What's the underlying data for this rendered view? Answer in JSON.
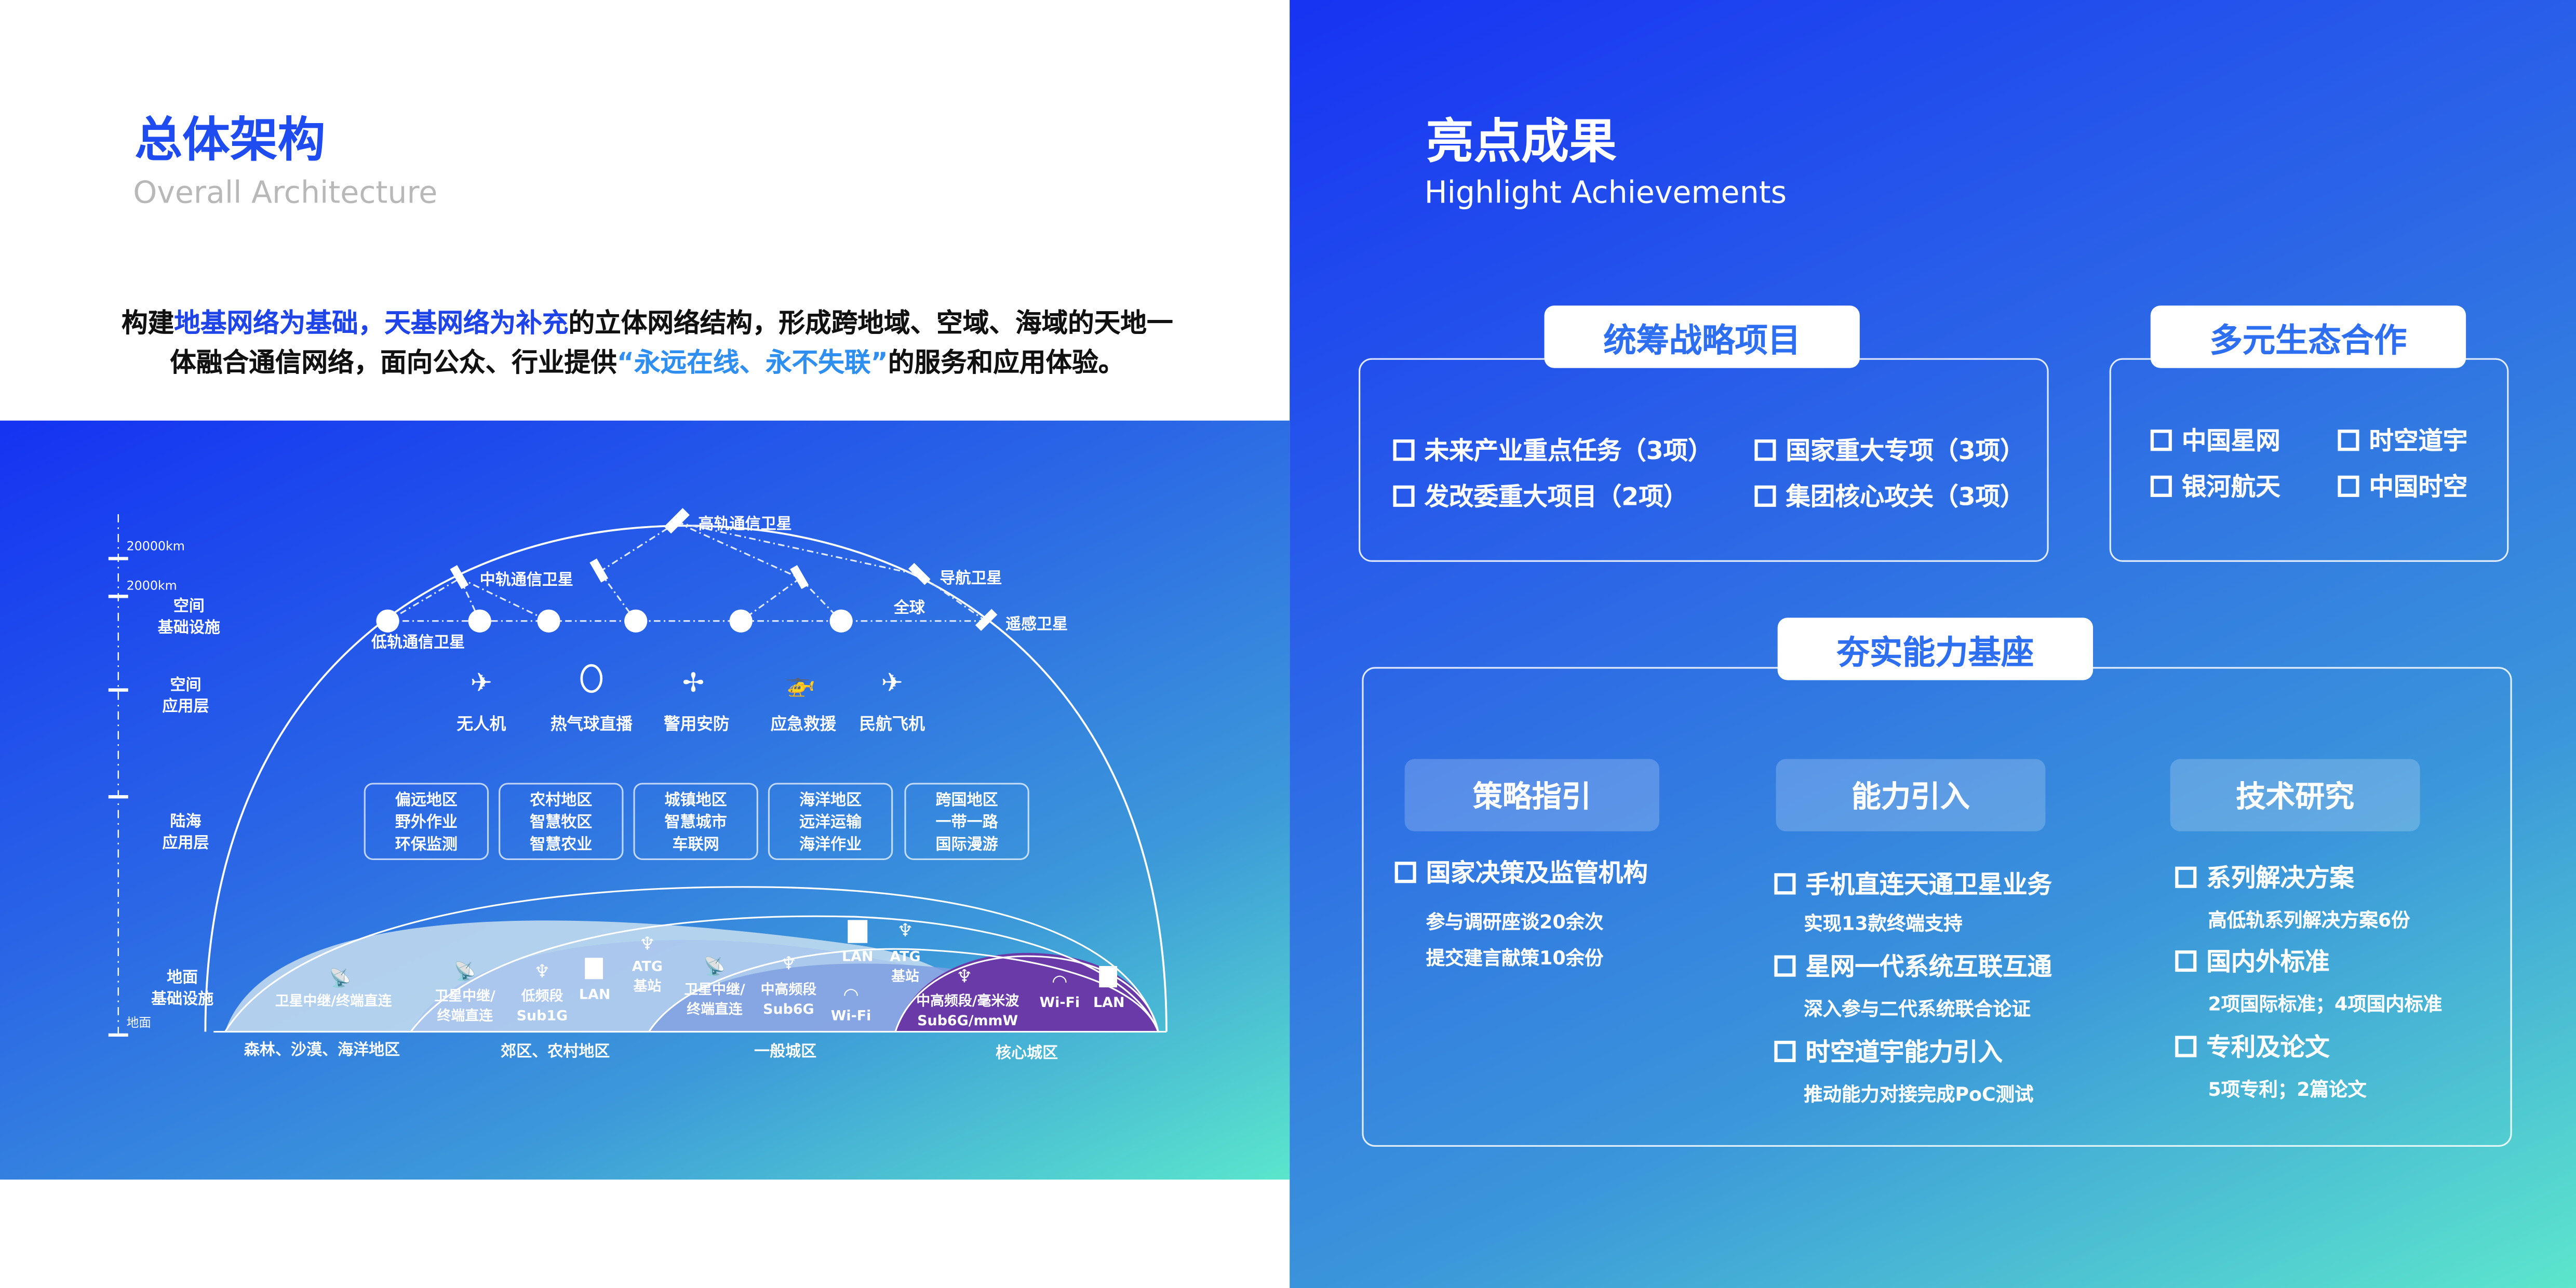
{
  "left": {
    "title": "总体架构",
    "subtitle": "Overall Architecture",
    "intro": {
      "p1_a": "构建",
      "p1_b": "地基网络为基础，天基网络为补充",
      "p1_c": "的立体网络结构，形成跨地域、空域、海域的天地一",
      "p2_a": "体融合通信网络，面向公众、行业提供",
      "p2_b": "“永远在线、永不失联”",
      "p2_c": "的服务和应用体验。"
    },
    "diagram": {
      "scale": [
        "20000km",
        "2000km",
        "地面"
      ],
      "layers": [
        "空间",
        "基础设施",
        "空间",
        "应用层",
        "陆海",
        "应用层",
        "地面",
        "基础设施"
      ],
      "satellites": {
        "geo": "高轨通信卫星",
        "meo": "中轨通信卫星",
        "nav": "导航卫星",
        "global": "全球",
        "rs": "遥感卫星",
        "leo": "低轨通信卫星"
      },
      "air_apps": [
        "无人机",
        "热气球直播",
        "警用安防",
        "应急救援",
        "民航飞机"
      ],
      "regions": [
        [
          "偏远地区",
          "野外作业",
          "环保监测"
        ],
        [
          "农村地区",
          "智慧牧区",
          "智慧农业"
        ],
        [
          "城镇地区",
          "智慧城市",
          "车联网"
        ],
        [
          "海洋地区",
          "远洋运输",
          "海洋作业"
        ],
        [
          "跨国地区",
          "一带一路",
          "国际漫游"
        ]
      ],
      "ground": {
        "z1": "卫星中继/终端直连",
        "z2_sat": [
          "卫星中继/",
          "终端直连"
        ],
        "z2_low": [
          "低频段",
          "Sub1G"
        ],
        "z2_lan": "LAN",
        "z2_atg": [
          "ATG",
          "基站"
        ],
        "z3_sat": [
          "卫星中继/",
          "终端直连"
        ],
        "z3_mid": [
          "中高频段",
          "Sub6G"
        ],
        "z3_wifi": "Wi-Fi",
        "z3_lan": "LAN",
        "z3_atg": [
          "ATG",
          "基站"
        ],
        "z4_band": [
          "中高频段/毫米波",
          "Sub6G/mmW"
        ],
        "z4_wifi": "Wi-Fi",
        "z4_lan": "LAN"
      },
      "zones": [
        "森林、沙漠、海洋地区",
        "郊区、农村地区",
        "一般城区",
        "核心城区"
      ]
    }
  },
  "right": {
    "title": "亮点成果",
    "subtitle": "Highlight Achievements",
    "strategic": {
      "label": "统筹战略项目",
      "items": [
        "未来产业重点任务（3项）",
        "国家重大专项（3项）",
        "发改委重大项目（2项）",
        "集团核心攻关（3项）"
      ]
    },
    "ecosystem": {
      "label": "多元生态合作",
      "items": [
        "中国星网",
        "时空道宇",
        "银河航天",
        "中国时空"
      ]
    },
    "foundation": {
      "label": "夯实能力基座",
      "columns": [
        {
          "title": "策略指引",
          "groups": [
            {
              "head": "国家决策及监管机构",
              "notes": [
                "参与调研座谈20余次",
                "提交建言献策10余份"
              ]
            }
          ]
        },
        {
          "title": "能力引入",
          "groups": [
            {
              "head": "手机直连天通卫星业务",
              "notes": [
                "实现13款终端支持"
              ]
            },
            {
              "head": "星网一代系统互联互通",
              "notes": [
                "深入参与二代系统联合论证"
              ]
            },
            {
              "head": "时空道宇能力引入",
              "notes": [
                "推动能力对接完成PoC测试"
              ]
            }
          ]
        },
        {
          "title": "技术研究",
          "groups": [
            {
              "head": "系列解决方案",
              "notes": [
                "高低轨系列解决方案6份"
              ]
            },
            {
              "head": "国内外标准",
              "notes": [
                "2项国际标准；4项国内标准"
              ]
            },
            {
              "head": "专利及论文",
              "notes": [
                "5项专利；2篇论文"
              ]
            }
          ]
        }
      ]
    }
  },
  "colors": {
    "title_blue": "#1f4cf0",
    "highlight_blue": "#1f44e8",
    "highlight_light": "#2f8ff0",
    "tab_text": "#2e6ef0",
    "core_zone_purple": "#6a3aa8"
  }
}
